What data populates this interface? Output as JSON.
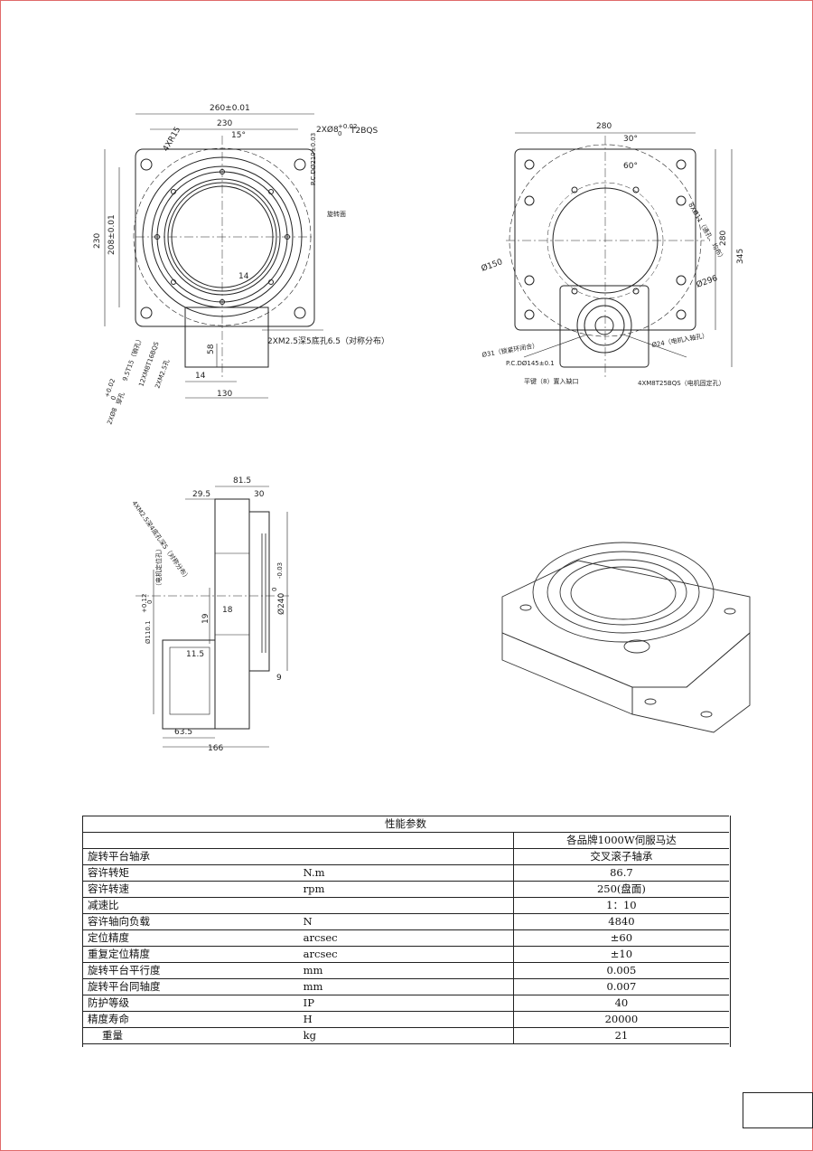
{
  "drawing": {
    "front_view": {
      "dims": [
        "260±0.01",
        "230",
        "15°",
        "2XØ8",
        "+0.02",
        "0",
        "T2BQS",
        "P.C.DØ210±0.03",
        "4XR15",
        "旋转面",
        "230",
        "208±0.01",
        "14",
        "2XM2.5深5底孔6.5（对称分布）",
        "58",
        "14",
        "130",
        "12XM8T16BQS",
        "9.5T15（销孔）",
        "2XØ8",
        "+0.02",
        "0",
        "穿孔",
        "2XM2.5孔"
      ]
    },
    "side_view": {
      "dims": [
        "280",
        "30°",
        "60°",
        "8XØ11（通孔、均布）",
        "280",
        "345",
        "Ø150",
        "Ø296",
        "Ø31（锁紧环闭合）",
        "Ø24（电机入轴孔）",
        "P.C.DØ145±0.1",
        "平键（8）置入缺口",
        "4XM8T25BQS（电机固定孔）"
      ]
    },
    "section_view": {
      "dims": [
        "81.5",
        "29.5",
        "30",
        "4XM2.5深4底孔深5（对称分布）",
        "Ø110.1",
        "+0.12",
        "0",
        "（电机定位孔）",
        "19",
        "18",
        "Ø240",
        "0",
        "-0.03",
        "11.5",
        "9",
        "63.5",
        "166"
      ]
    }
  },
  "spec_table": {
    "title": "性能参数",
    "header_value": "各品牌1000W伺服马达",
    "rows": [
      {
        "name": "旋转平台轴承",
        "unit": "",
        "value": "交叉滚子轴承"
      },
      {
        "name": "容许转矩",
        "unit": "N.m",
        "value": "86.7"
      },
      {
        "name": "容许转速",
        "unit": "rpm",
        "value": "250(盘面)"
      },
      {
        "name": "减速比",
        "unit": "",
        "value": "1：10"
      },
      {
        "name": "容许轴向负载",
        "unit": "N",
        "value": "4840"
      },
      {
        "name": "定位精度",
        "unit": "arcsec",
        "value": "±60"
      },
      {
        "name": "重复定位精度",
        "unit": "arcsec",
        "value": "±10"
      },
      {
        "name": "旋转平台平行度",
        "unit": "mm",
        "value": "0.005"
      },
      {
        "name": "旋转平台同轴度",
        "unit": "mm",
        "value": "0.007"
      },
      {
        "name": "防护等级",
        "unit": "IP",
        "value": "40"
      },
      {
        "name": "精度寿命",
        "unit": "H",
        "value": "20000"
      },
      {
        "name": "重量",
        "unit": "kg",
        "value": "21"
      }
    ]
  }
}
